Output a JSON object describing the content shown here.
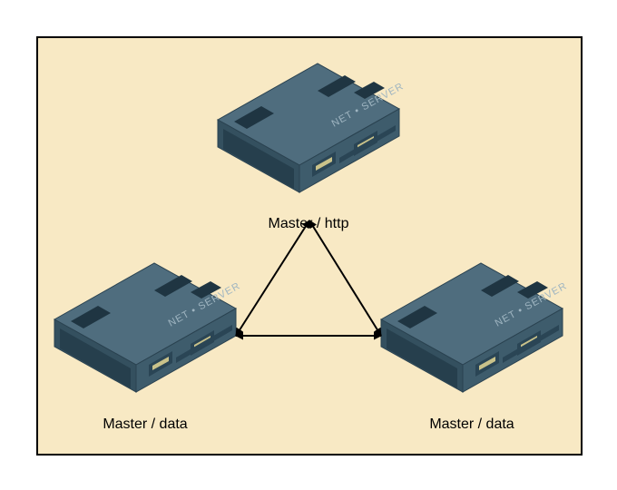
{
  "nodes": [
    {
      "id": "top",
      "label": "Master / http",
      "device_text": "NET • SERVER"
    },
    {
      "id": "left",
      "label": "Master / data",
      "device_text": "NET • SERVER"
    },
    {
      "id": "right",
      "label": "Master / data",
      "device_text": "NET • SERVER"
    }
  ],
  "edges": [
    {
      "from": "top",
      "to": "left",
      "bidirectional": true
    },
    {
      "from": "top",
      "to": "right",
      "bidirectional": true
    },
    {
      "from": "left",
      "to": "right",
      "bidirectional": true
    }
  ],
  "colors": {
    "background": "#f8e9c4",
    "frame_border": "#000000",
    "server_top": "#4f6d7e",
    "server_left_face": "#34505f",
    "server_right_face": "#3e5c6c",
    "server_grille": "#1f3542",
    "server_text": "#9fb5c1",
    "drive_bay": "#c9c28a",
    "arrow": "#000000"
  }
}
